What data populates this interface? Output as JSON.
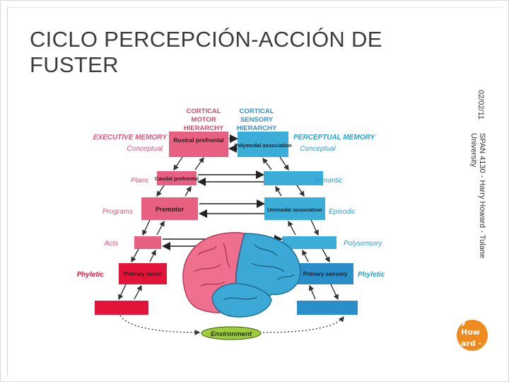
{
  "slide": {
    "title": "CICLO PERCEPCIÓN-ACCIÓN DE FUSTER",
    "date": "02/02/11",
    "footer": "SPAN 4130 - Harry Howard - Tulane University",
    "page_tab": [
      "y",
      "How",
      "ard -"
    ]
  },
  "diagram": {
    "headers": {
      "motor": "CORTICAL MOTOR HIERARCHY",
      "sensory": "CORTICAL SENSORY HIERARCHY"
    },
    "left_labels": {
      "executive": "EXECUTIVE MEMORY",
      "conceptual": "Conceptual",
      "plans": "Plans",
      "programs": "Programs",
      "acts": "Acts",
      "phyletic": "Phyletic"
    },
    "right_labels": {
      "perceptual": "PERCEPTUAL MEMORY",
      "conceptual": "Conceptual",
      "semantic": "Semantic",
      "episodic": "Episodic",
      "polysensory": "Polysensory",
      "phyletic": "Phyletic"
    },
    "motor_boxes": {
      "rostral": "Rostral prefrontal",
      "caudal": "Caudal prefrontal",
      "premotor": "Premotor",
      "primary_motor": "Primary motor"
    },
    "sensory_boxes": {
      "polymodal": "Polymodal association",
      "unimodal": "Unimodal association",
      "primary_sensory": "Primary sensory"
    },
    "environment": "Environment",
    "colors": {
      "motor": "#e8607f",
      "sensory": "#3aaed8",
      "label_motor": "#e2557a",
      "label_sensory": "#2a9fd0",
      "phyletic_motor": "#d81e3c",
      "environment": "#9ccc3a",
      "header_motor": "#c8506c",
      "header_sensory": "#3a8fc0"
    }
  }
}
